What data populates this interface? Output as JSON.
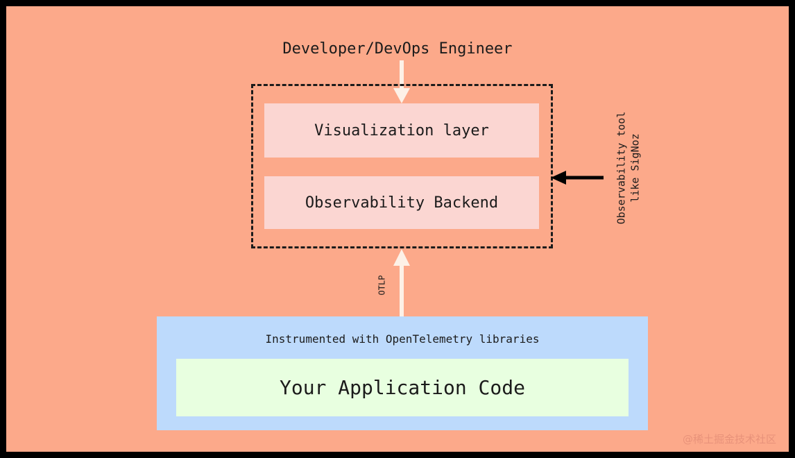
{
  "diagram": {
    "background_color": "#fca98a",
    "border_color": "#000000",
    "actor": {
      "label": "Developer/DevOps Engineer",
      "arrow_color": "#fdf1e7",
      "arrow_direction": "down"
    },
    "observability_group": {
      "border_style": "dashed",
      "border_color": "#1b1b1b",
      "boxes": [
        {
          "label": "Visualization layer",
          "fill": "#fbd6d2"
        },
        {
          "label": "Observability Backend",
          "fill": "#fbd6d2"
        }
      ],
      "annotation": {
        "line1": "Observability tool",
        "line2": "like SigNoz",
        "orientation": "vertical",
        "arrow_color": "#000000",
        "arrow_direction": "left"
      }
    },
    "telemetry_link": {
      "label": "OTLP",
      "arrow_color": "#fdf1e7",
      "arrow_direction": "up"
    },
    "application": {
      "caption": "Instrumented with OpenTelemetry libraries",
      "fill": "#bddafc",
      "code_box": {
        "label": "Your Application Code",
        "fill": "#e8ffe0"
      }
    },
    "watermark": "@稀土掘金技术社区"
  }
}
